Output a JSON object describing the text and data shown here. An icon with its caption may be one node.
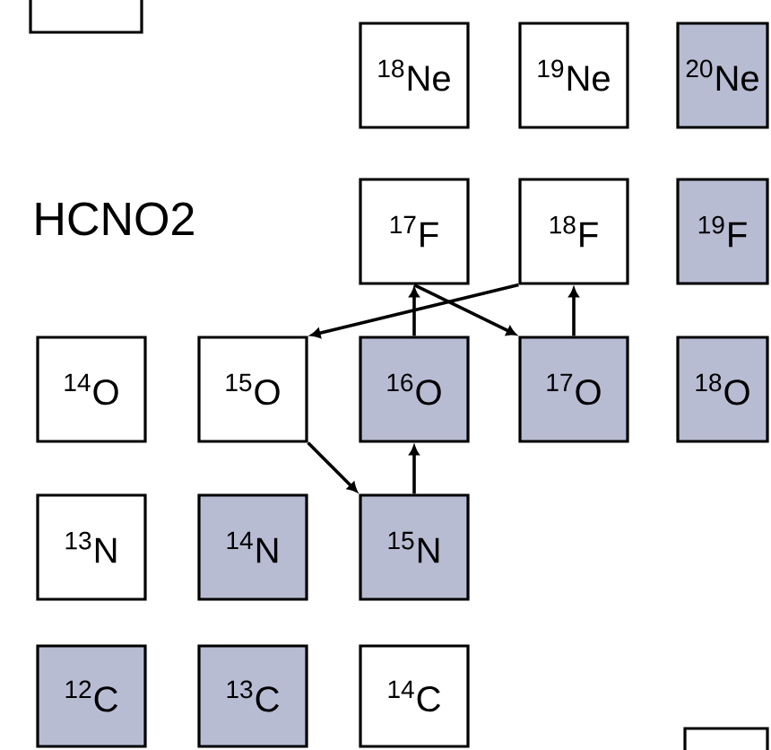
{
  "diagram": {
    "nodes": [
      {
        "text": [],
        "shape": "box"
      },
      {
        "text": [
          "$^{18}$Ne"
        ]
      },
      {
        "text": [
          "$^{19}$Ne"
        ]
      },
      {
        "text": [
          "$^{20}$Ne"
        ]
      },
      {
        "text": [
          "$^{17}$F"
        ]
      },
      {
        "text": [
          "$^{18}$F"
        ]
      },
      {
        "text": [
          "$^{19}$F"
        ]
      },
      {
        "text": [
          "$^{14}$O"
        ]
      },
      {
        "text": [
          "$^{15}$O"
        ]
      },
      {
        "text": [
          "$^{16}$O"
        ]
      },
      {
        "text": [
          "$^{17}$O"
        ]
      },
      {
        "text": [
          "$^{18}$O"
        ]
      },
      {
        "text": [
          "$^{13}$N"
        ]
      },
      {
        "text": [
          "$^{14}$N"
        ]
      },
      {
        "text": [
          "$^{15}$N"
        ]
      },
      {
        "text": [
          "$^{12}$C"
        ]
      },
      {
        "text": [
          "$^{13}$C"
        ]
      },
      {
        "text": [
          "$^{14}$C"
        ]
      },
      {
        "text": [],
        "shape": "box"
      }
    ],
    "edges": [
      {
        "from": 8,
        "to": 14,
        "arrow": "to"
      },
      {
        "from": 14,
        "to": 9,
        "arrow": "to"
      },
      {
        "from": 9,
        "to": 4,
        "arrow": "to"
      },
      {
        "from": 4,
        "to": 10,
        "arrow": "to"
      },
      {
        "from": 10,
        "to": 5,
        "arrow": "to"
      },
      {
        "from": 5,
        "to": 8,
        "arrow": "to"
      }
    ],
    "labels": [
      "HCNO2"
    ]
  }
}
